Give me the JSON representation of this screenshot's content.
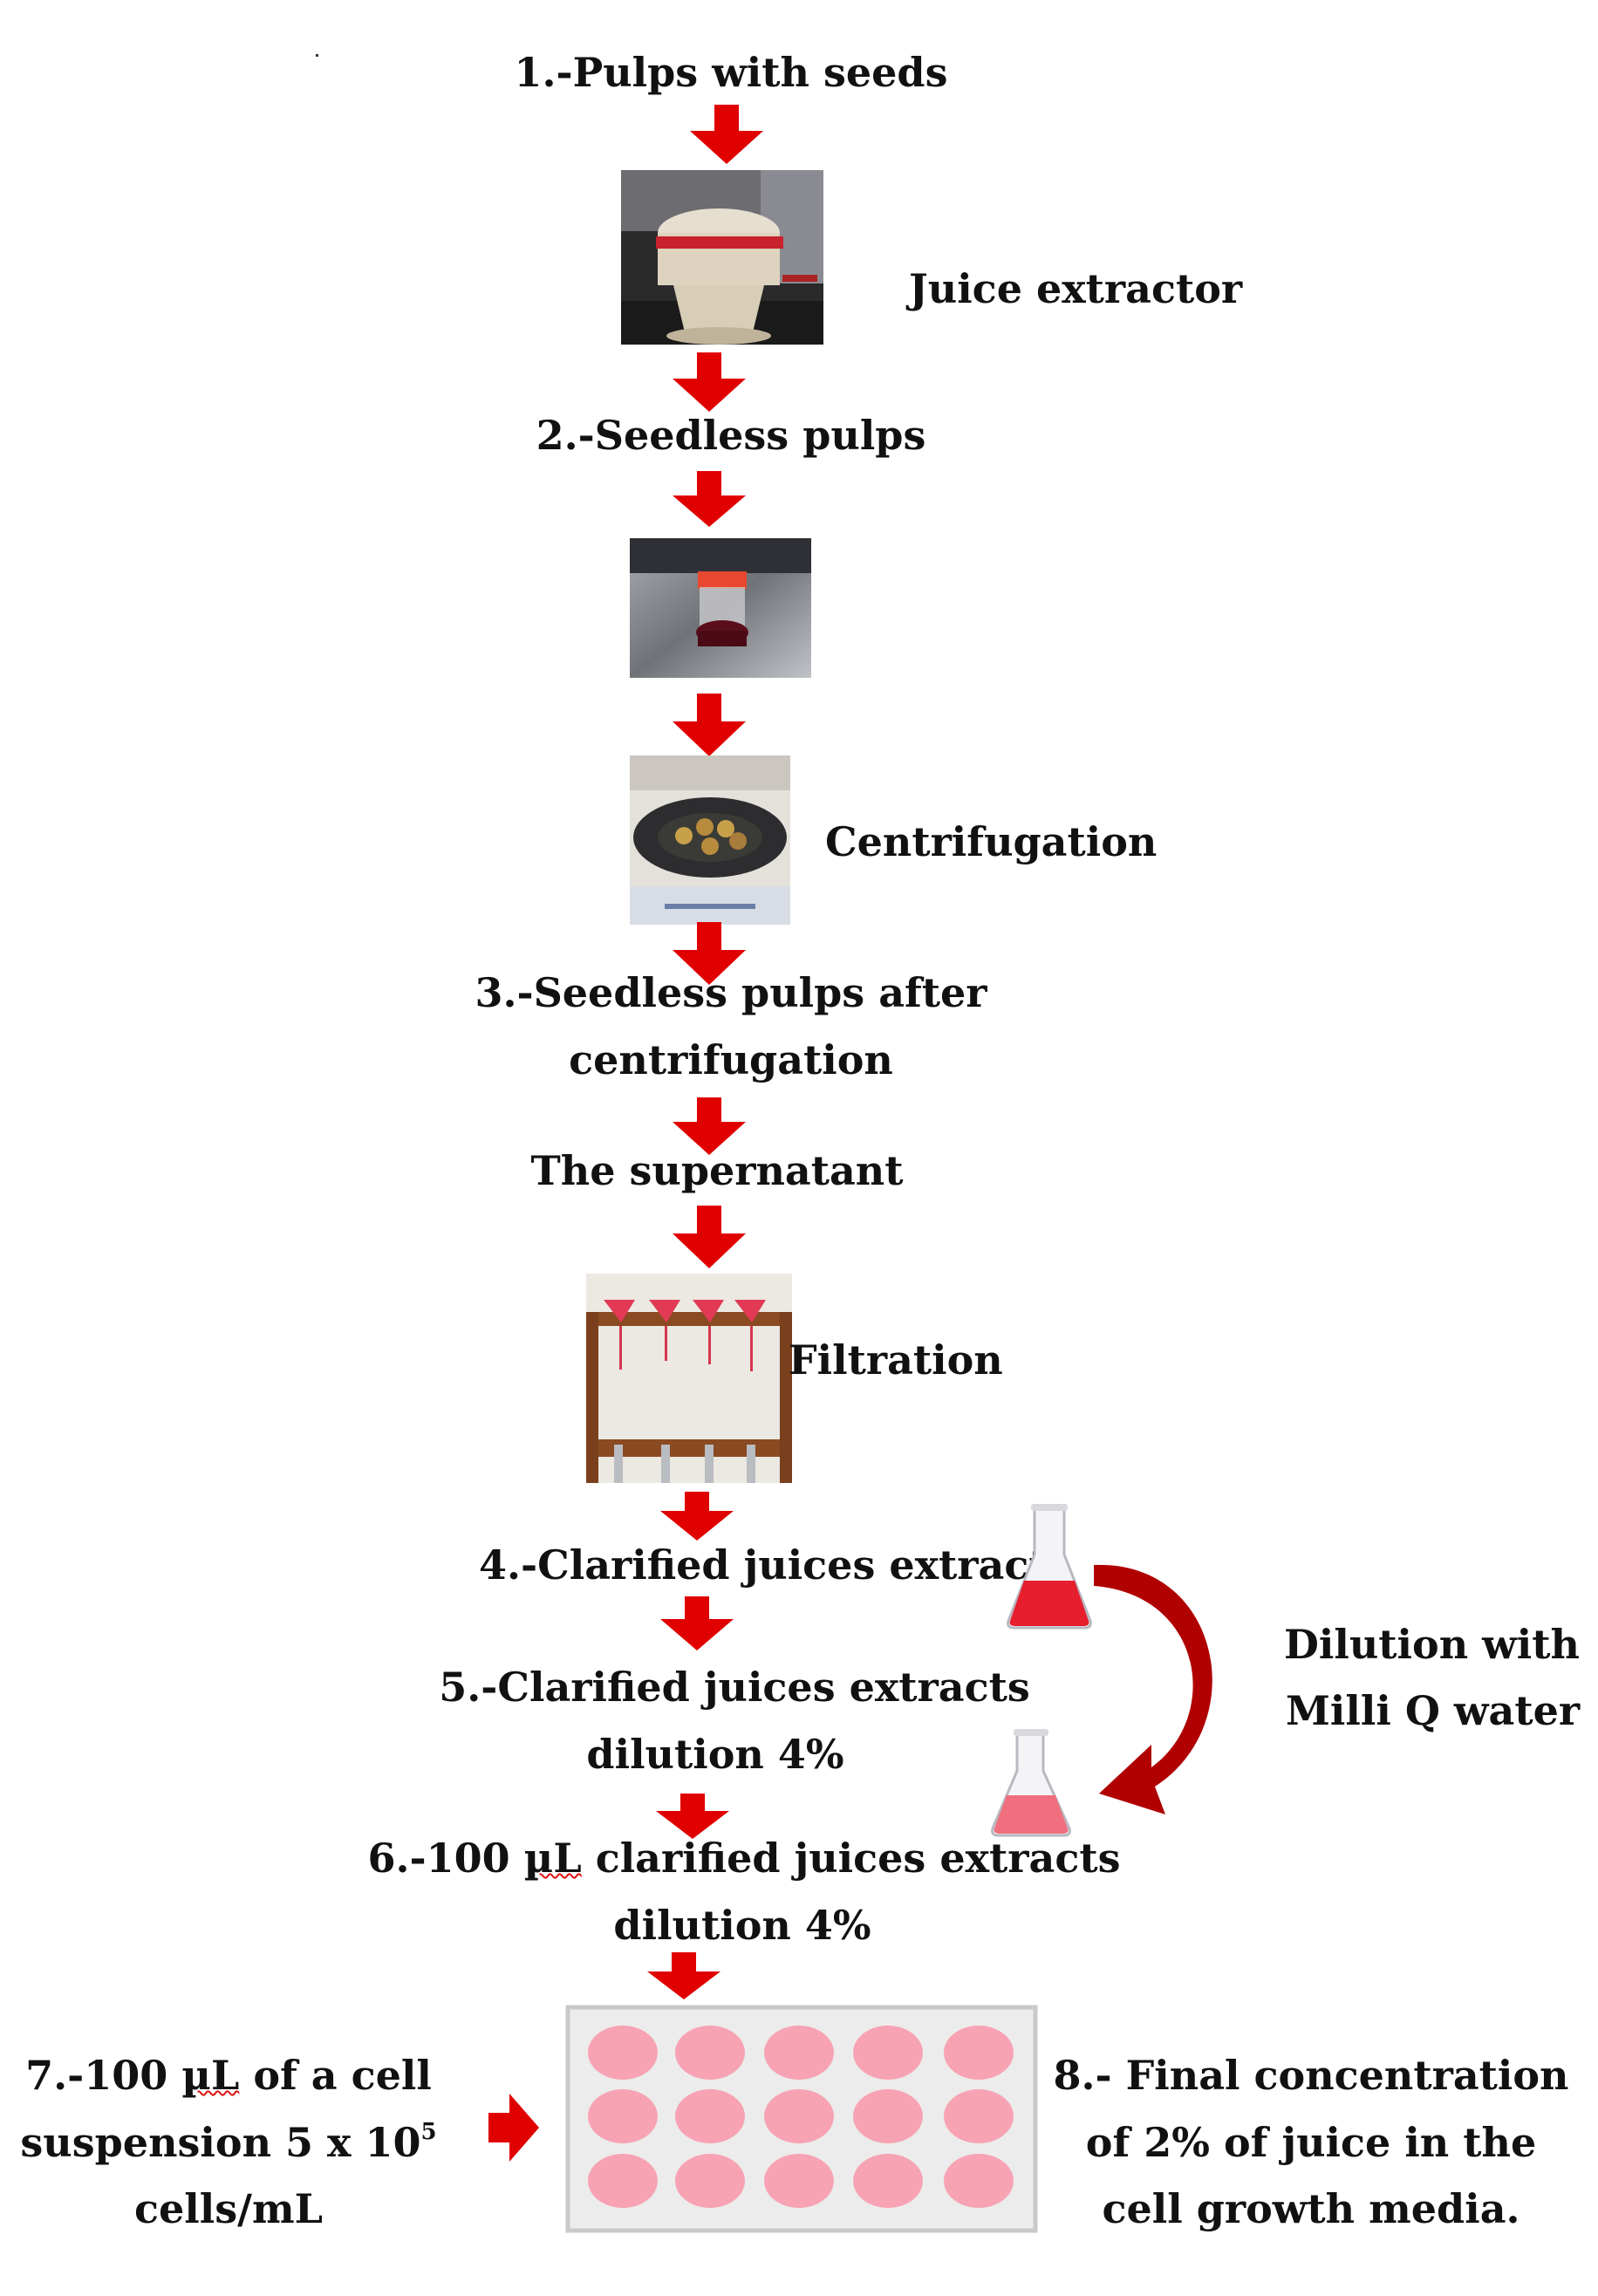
{
  "steps": {
    "s1": "1.-Pulps with seeds",
    "juice_extractor": "Juice extractor",
    "s2": "2.-Seedless pulps",
    "centrifugation": "Centrifugation",
    "s3_line1": "3.-Seedless pulps after",
    "s3_line2": "centrifugation",
    "supernatant": "The supernatant",
    "filtration": "Filtration",
    "s4": "4.-Clarified juices extracts",
    "dilution_line1": "Dilution with",
    "dilution_line2": "Milli Q water",
    "s5_line1": "5.-Clarified juices extracts",
    "s5_line2": "dilution 4%",
    "s6_prefix": "6.-100 ",
    "s6_unit": "µL",
    "s6_suffix": " clarified juices extracts",
    "s6_line2": "dilution 4%",
    "s7_line1_prefix": "7.-100 ",
    "s7_line1_unit": "µL",
    "s7_line1_suffix": " of a cell",
    "s7_line2": "suspension 5 x 10",
    "s7_line2_exp": "5",
    "s7_line3": "cells/mL",
    "s8_line1": "8.- Final concentration",
    "s8_line2": "of 2% of juice in the",
    "s8_line3": "cell growth media."
  },
  "colors": {
    "arrow_red": "#e00000",
    "dark_red_curve": "#b00000",
    "well_pink": "#f7a3b3",
    "plate_bg": "#ececec",
    "flask_red": "#e61e2d",
    "flask_pink": "#ef6f7e"
  },
  "icons": [
    "down-arrow-icon",
    "right-arrow-icon",
    "curved-arrow-icon",
    "flask-icon",
    "well-plate-icon"
  ]
}
